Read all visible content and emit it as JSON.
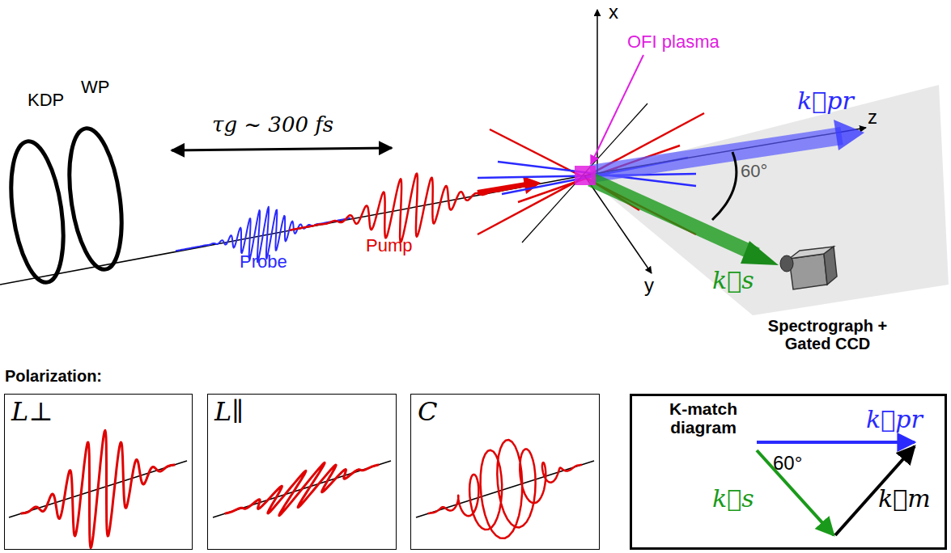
{
  "diagram": {
    "nodes": [
      {
        "text": [
          "L⊥"
        ]
      },
      {
        "text": [
          "L∥"
        ]
      },
      {
        "text": [
          "C"
        ]
      },
      {
        "text": [
          "K-match diagram"
        ]
      }
    ],
    "labels": [
      "KDP",
      "WP",
      "τg ~ 300 fs",
      "Probe",
      "Pump",
      "OFI plasma",
      "x",
      "z",
      "y",
      "k⃗pr",
      "60°",
      "k⃗s",
      "Spectrograph + Gated CCD",
      "Polarization:",
      "k⃗pr",
      "60°",
      "k⃗s",
      "k⃗m"
    ]
  }
}
